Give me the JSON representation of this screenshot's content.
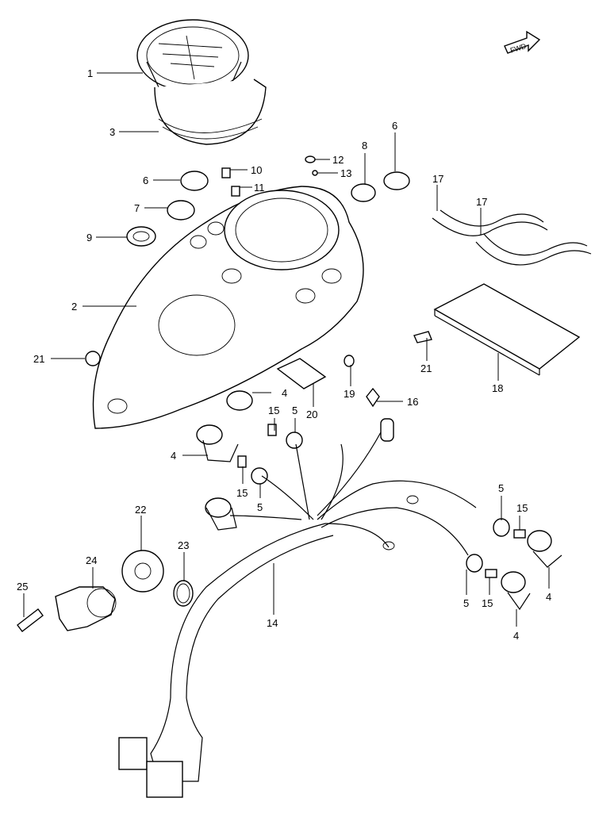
{
  "fwd_label": "FWD",
  "callouts": {
    "c1": "1",
    "c2": "2",
    "c3": "3",
    "c4a": "4",
    "c4b": "4",
    "c4c": "4",
    "c4d": "4",
    "c5a": "5",
    "c5b": "5",
    "c5c": "5",
    "c5d": "5",
    "c6a": "6",
    "c6b": "6",
    "c7": "7",
    "c8": "8",
    "c9": "9",
    "c10": "10",
    "c11": "11",
    "c12": "12",
    "c13": "13",
    "c14": "14",
    "c15a": "15",
    "c15b": "15",
    "c15c": "15",
    "c15d": "15",
    "c16": "16",
    "c17a": "17",
    "c17b": "17",
    "c18": "18",
    "c19": "19",
    "c20": "20",
    "c21a": "21",
    "c21b": "21",
    "c22": "22",
    "c23": "23",
    "c24": "24",
    "c25": "25"
  }
}
